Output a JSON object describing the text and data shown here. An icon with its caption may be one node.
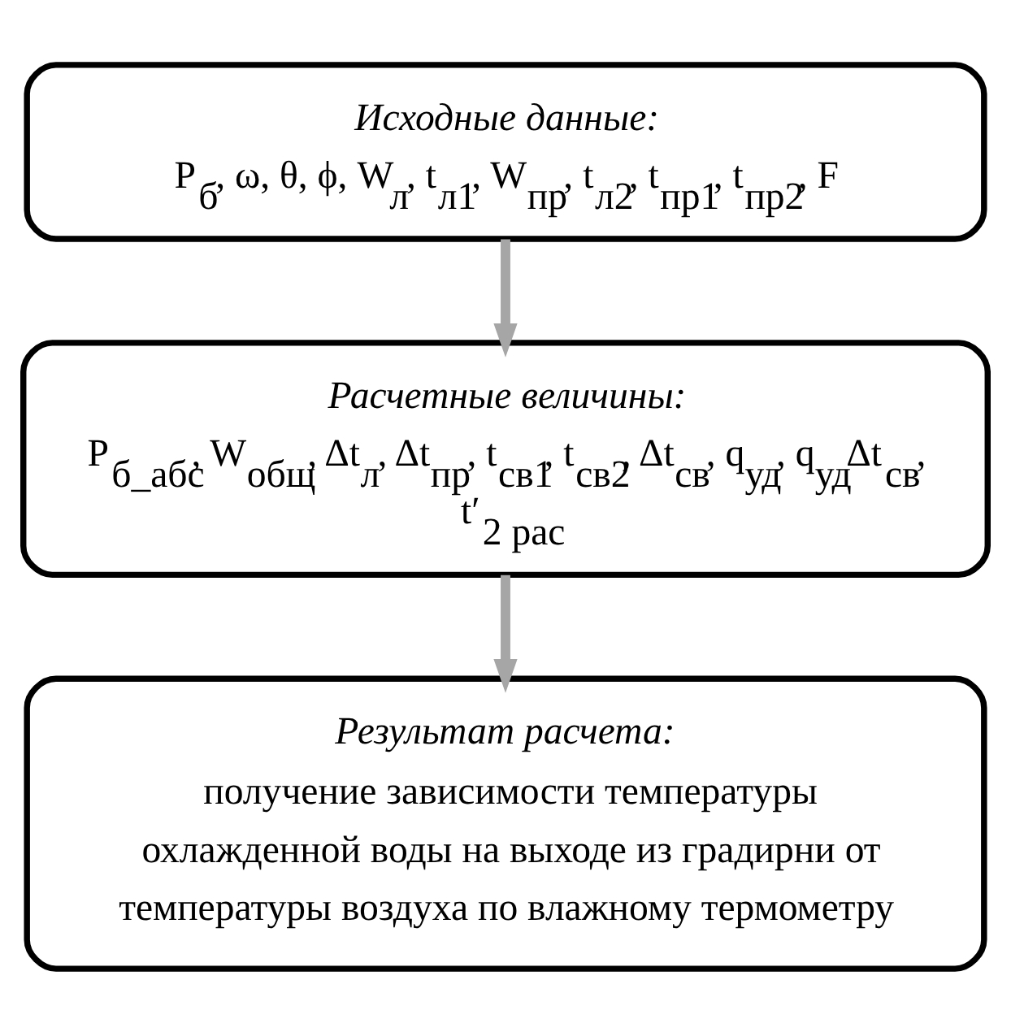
{
  "diagram": {
    "nodes": [
      {
        "text": [
          "Исходные данные:",
          "P$_{б}$, ω, θ, ϕ, W$_{л}$, t$_{л1}$, W$_{пр}$, t$_{л2}$, t$_{пр1}$, t$_{пр2}$, F"
        ]
      },
      {
        "text": [
          "Расчетные величины:",
          "P$_{б_абс}$, W$_{общ}$, Δt$_{л}$, Δt$_{пр}$, t$_{св1}$, t$_{св2}$, Δt$_{св}$, q$_{уд}$, q$_{уд}$Δt$_{св}$, t′$_{2 рас}$"
        ]
      },
      {
        "text": [
          "Результат расчета:",
          "получение зависимости температуры охлажденной воды на выходе из градирни от температуры воздуха по влажному термометру"
        ]
      }
    ],
    "edges": [
      {
        "from": 0,
        "to": 1,
        "arrow": "to"
      },
      {
        "from": 1,
        "to": 2,
        "arrow": "to"
      }
    ]
  }
}
